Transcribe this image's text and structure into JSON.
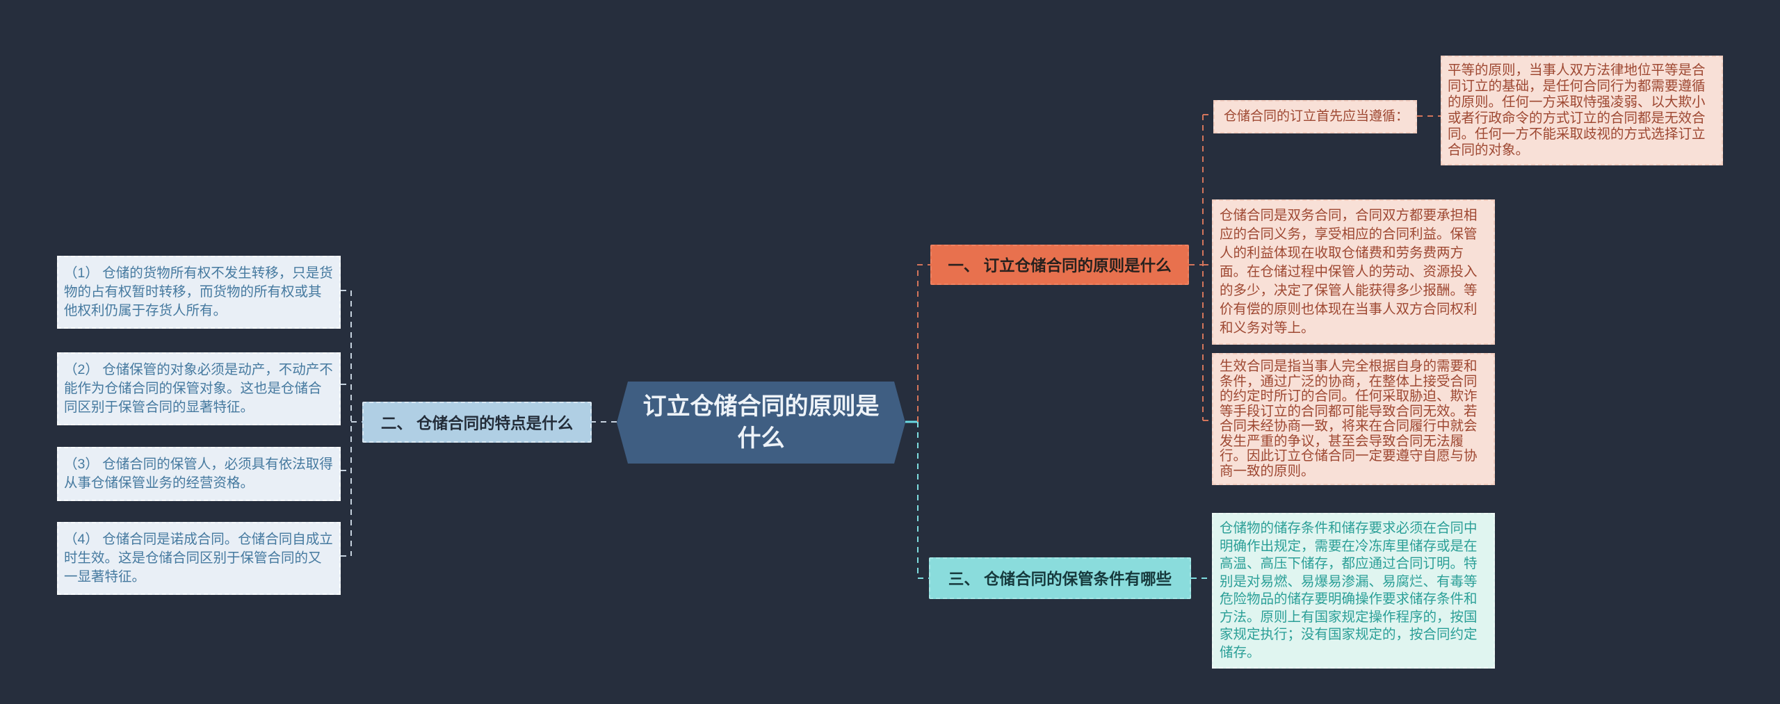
{
  "central": {
    "label": "订立仓储合同的原则是什么"
  },
  "branches": {
    "left": {
      "title": "二、 仓储合同的特点是什么",
      "details": [
        "（1） 仓储的货物所有权不发生转移，只是货物的占有权暂时转移，而货物的所有权或其他权利仍属于存货人所有。",
        "（2） 仓储保管的对象必须是动产，不动产不能作为仓储合同的保管对象。这也是仓储合同区别于保管合同的显著特征。",
        "（3） 仓储合同的保管人，必须具有依法取得从事仓储保管业务的经营资格。",
        "（4） 仓储合同是诺成合同。仓储合同自成立时生效。这是仓储合同区别于保管合同的又一显著特征。"
      ]
    },
    "right_top": {
      "title": "一、 订立仓储合同的原则是什么",
      "label_node": "仓储合同的订立首先应当遵循：",
      "details": [
        "平等的原则，当事人双方法律地位平等是合同订立的基础，是任何合同行为都需要遵循的原则。任何一方采取恃强凌弱、以大欺小或者行政命令的方式订立的合同都是无效合同。任何一方不能采取歧视的方式选择订立合同的对象。",
        "仓储合同是双务合同，合同双方都要承担相应的合同义务，享受相应的合同利益。保管人的利益体现在收取仓储费和劳务费两方面。在仓储过程中保管人的劳动、资源投入的多少，决定了保管人能获得多少报酬。等价有偿的原则也体现在当事人双方合同权利和义务对等上。",
        "生效合同是指当事人完全根据自身的需要和条件，通过广泛的协商，在整体上接受合同的约定时所订的合同。任何采取胁迫、欺诈等手段订立的合同都可能导致合同无效。若合同未经协商一致，将来在合同履行中就会发生严重的争议，甚至会导致合同无法履行。因此订立仓储合同一定要遵守自愿与协商一致的原则。"
      ]
    },
    "right_bottom": {
      "title": "三、 仓储合同的保管条件有哪些",
      "details": [
        "仓储物的储存条件和储存要求必须在合同中明确作出规定，需要在冷冻库里储存或是在高温、高压下储存，都应通过合同订明。特别是对易燃、易爆易渗漏、易腐烂、有毒等危险物品的储存要明确操作要求储存条件和方法。原则上有国家规定操作程序的，按国家规定执行；没有国家规定的，按合同约定储存。"
      ]
    }
  },
  "palette": {
    "background": "#262e3d",
    "central_node": "#3f5e82",
    "central_text": "#eef3f8",
    "left_branch_node": "#b0cfe4",
    "left_detail_bg": "#e9eff6",
    "left_detail_text": "#45799f",
    "orange_branch_node": "#e8714e",
    "pink_detail_bg": "#f8e0d7",
    "pink_detail_text": "#9e4832",
    "teal_branch_node": "#8adcdc",
    "cyan_detail_bg": "#e0f5f0",
    "cyan_detail_text": "#2b9f97",
    "connector_gray": "#c6d2de",
    "connector_salmon": "#d4755b",
    "connector_cyan": "#7edee0"
  }
}
